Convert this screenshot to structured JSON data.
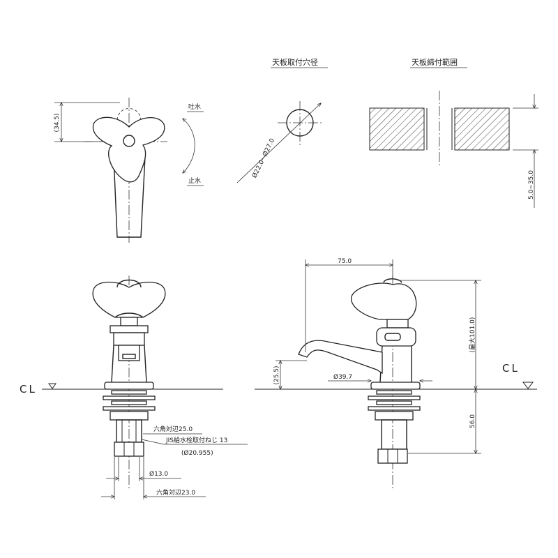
{
  "labels": {
    "hole_diameter_title": "天板取付穴径",
    "clamp_range_title": "天板締付範囲",
    "spout_open": "吐水",
    "spout_close": "止水",
    "dim_handle_height": "(34.5)",
    "dim_hole": "Ø22.0~Ø27.0",
    "dim_clamp_range": "5.0~35.0",
    "dim_spout_reach": "75.0",
    "dim_max_height": "(最大101.0)",
    "dim_spout_height": "(25.5)",
    "dim_base_diameter": "Ø39.7",
    "dim_below_counter": "56.0",
    "cl_left": "CL",
    "cl_right": "CL",
    "hex_upper": "六角対辺25.0",
    "jis_thread": "JIS給水栓取付ねじ 13",
    "thread_diameter": "(Ø20.955)",
    "dim_pipe": "Ø13.0",
    "hex_lower": "六角対辺23.0"
  }
}
